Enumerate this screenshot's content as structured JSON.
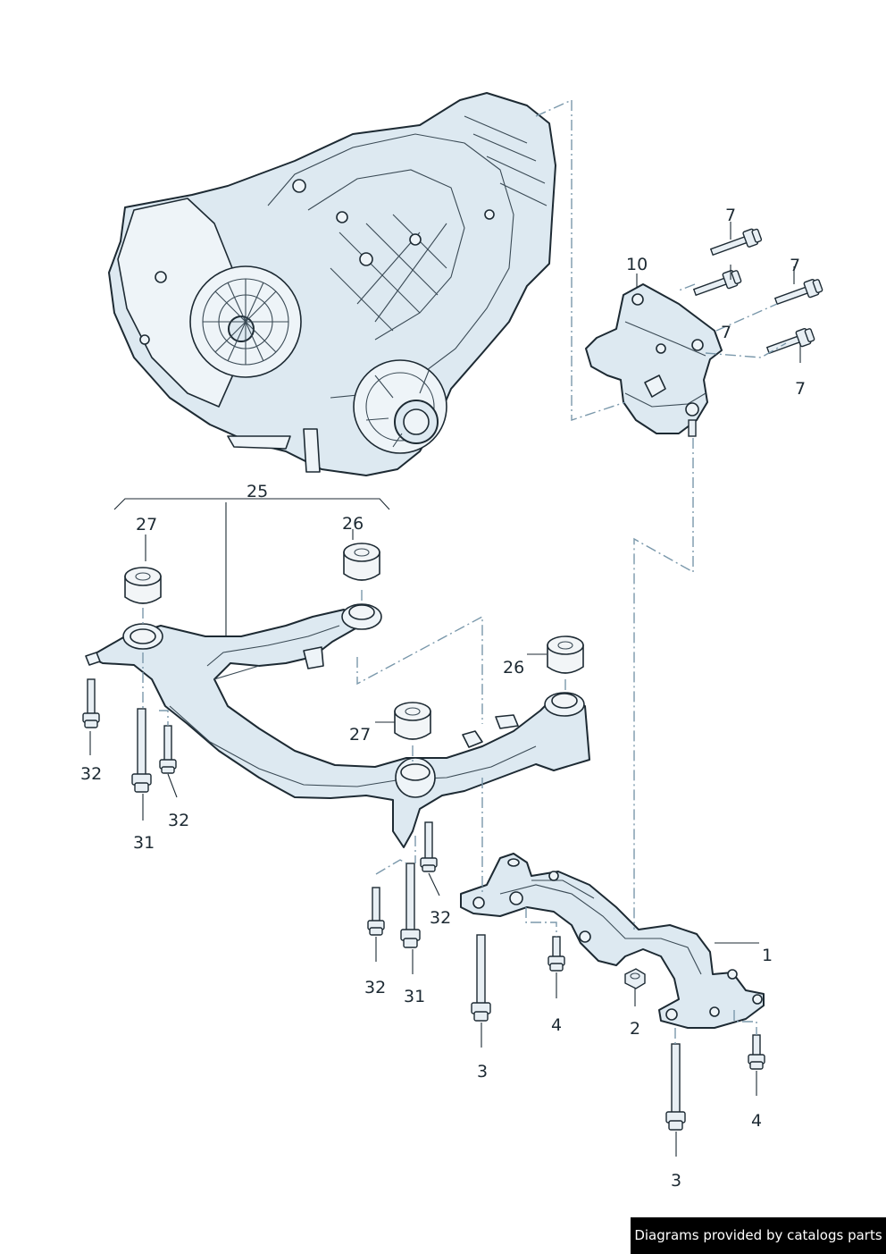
{
  "callouts": {
    "c1": "1",
    "c2": "2",
    "c3a": "3",
    "c3b": "3",
    "c4a": "4",
    "c4b": "4",
    "c7a": "7",
    "c7b": "7",
    "c7c": "7",
    "c7d": "7",
    "c10": "10",
    "c25": "25",
    "c26a": "26",
    "c26b": "26",
    "c27a": "27",
    "c27b": "27",
    "c31a": "31",
    "c31b": "31",
    "c32a": "32",
    "c32b": "32",
    "c32c": "32",
    "c32d": "32"
  },
  "credit": "Diagrams provided by catalogs parts",
  "colors": {
    "part_fill": "#dde9f1",
    "outline": "#1d2a33",
    "dash": "#7a98ab",
    "credit_bg": "#000000"
  }
}
